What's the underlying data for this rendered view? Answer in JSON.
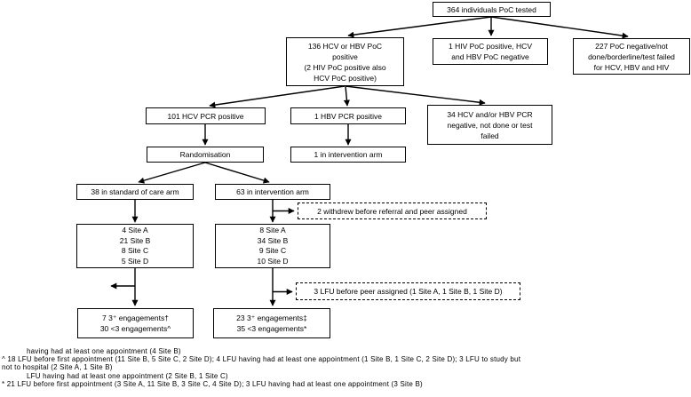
{
  "diagram": {
    "boxes": {
      "poc_tested": "364 individuals PoC tested",
      "hcv_hbv_poc_positive": "136 HCV or HBV PoC\npositive\n(2 HIV PoC positive also\nHCV PoC positive)",
      "hiv_poc_positive": "1 HIV PoC positive, HCV\nand HBV PoC negative",
      "poc_negative": "227 PoC negative/not\ndone/borderline/test failed\nfor HCV, HBV and HIV",
      "hcv_pcr_positive": "101 HCV PCR positive",
      "hbv_pcr_positive": "1 HBV PCR positive",
      "pcr_negative": "34 HCV and/or HBV PCR\nnegative, not done or test\nfailed",
      "randomisation": "Randomisation",
      "hbv_intervention_arm": "1 in intervention arm",
      "standard_care_arm": "38 in standard of care arm",
      "intervention_arm": "63 in intervention arm",
      "withdrew": "2 withdrew before referral and peer assigned",
      "soc_sites": "4 Site A\n21 Site B\n8 Site C\n5 Site D",
      "int_sites": "8 Site A\n34 Site B\n9 Site C\n10 Site D",
      "lfu_before_peer": "3 LFU before peer assigned (1 Site A, 1 Site B, 1 Site D)",
      "soc_engagements": "7 3⁺ engagements†\n30 <3 engagements^",
      "int_engagements": "23 3⁺ engagements‡\n35 <3 engagements*"
    },
    "footnotes": [
      "having had at least one appointment (4 Site B)",
      "^ 18 LFU before first appointment (11 Site B, 5 Site C, 2 Site D); 4 LFU having had at least one appointment (1 Site B, 1 Site C, 2 Site D); 3 LFU to study but",
      "not to hospital (2 Site A, 1 Site B)",
      "LFU having had at least one appointment (2 Site B, 1 Site C)",
      "* 21 LFU before first appointment (3 Site A, 11 Site B, 3 Site C, 4 Site D); 3 LFU having had at least one appointment (3 Site B)"
    ],
    "colors": {
      "line": "#000000",
      "text": "#000000",
      "background": "#ffffff"
    }
  }
}
